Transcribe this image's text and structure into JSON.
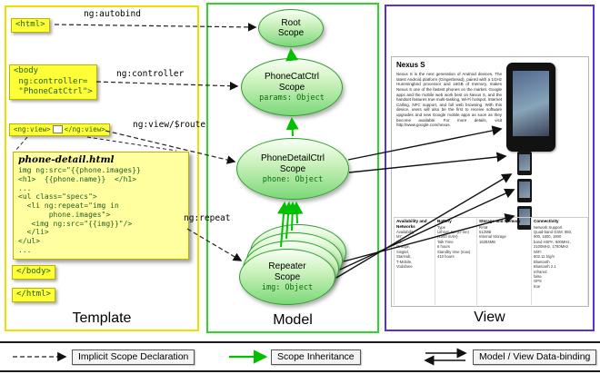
{
  "panels": {
    "template_label": "Template",
    "model_label": "Model",
    "view_label": "View"
  },
  "template": {
    "html_open": "<html>",
    "body_open": "<body\n ng:controller=\n \"PhoneCatCtrl\">",
    "ng_view_open": "<ng:view>",
    "ng_view_close": "</ng:view>",
    "code_title": "phone-detail.html",
    "code": "img ng:src=\"{{phone.images}}\n<h1>  {{phone.name}}  </h1>\n...\n<ul class=\"specs\">\n  <li ng:repeat=\"img in\n       phone.images\">\n   <img ng:src=\"{{img}}\"/>\n  </li>\n</ul>\n...",
    "body_close": "</body>",
    "html_close": "</html>"
  },
  "annotations": {
    "ng_autobind": "ng:autobind",
    "ng_controller": "ng:controller",
    "ng_view_route": "ng:view/$route",
    "ng_repeat": "ng:repeat"
  },
  "model": {
    "root": {
      "title": "Root\nScope"
    },
    "phonecat": {
      "title": "PhoneCatCtrl\nScope",
      "binding": "params: Object"
    },
    "phonedetail": {
      "title": "PhoneDetailCtrl\nScope",
      "binding": "phone: Object"
    },
    "repeater": {
      "title": "Repeater\nScope",
      "binding": "img: Object"
    }
  },
  "view": {
    "product_title": "Nexus S",
    "description": "Nexus S is the next generation of Android devices. The latest Android platform (Gingerbread), paired with a 1GHz Hummingbird processor and 16GB of memory, makes Nexus S one of the fastest phones on the market. Google apps and the mobile web work best on Nexus S, and the handset features true multi-tasking, Wi-Fi hotspot, Internet Calling, NFC support, and full web browsing. With this device, users will also be the first to receive software upgrades and new Google mobile apps as soon as they become available. For more details, visit http://www.google.com/nexus.",
    "specs": [
      {
        "header": "Availability and Networks",
        "body": "Availability\nM7,\nO2,\nOrange,\nSingtel,\nStarHub,\nT-Mobile,\nVodafone"
      },
      {
        "header": "Battery",
        "body": "Type\nLithium Ion (Li-Ion)\n(1500 mAH)\nTalk Time\n6 hours\nStandby time (max)\n410 hours"
      },
      {
        "header": "Storage and Memory",
        "body": "RAM\n512MB\nInternal Storage\n16384MB"
      },
      {
        "header": "Connectivity",
        "body": "Network Support\nQuad-band GSM: 850,\n900, 1800, 1900\nband HSPA: 900MHz,\n2100MHz, 1700MHz\nWiFi\n802.11 b/g/n\nBluetooth\nBluetooth 2.1\nInfrared\nfalse\nGPS\ntrue"
      }
    ]
  },
  "legend": {
    "implicit_label": "Implicit Scope Declaration",
    "inheritance_label": "Scope Inheritance",
    "databinding_label": "Model / View Data-binding"
  },
  "colors": {
    "template_border": "#eee000",
    "model_border": "#2fd42f",
    "view_border": "#5a31d8",
    "highlight_yellow": "#ffff37",
    "scope_green": "#7cd87a",
    "inheritance_arrow": "#00c000"
  }
}
